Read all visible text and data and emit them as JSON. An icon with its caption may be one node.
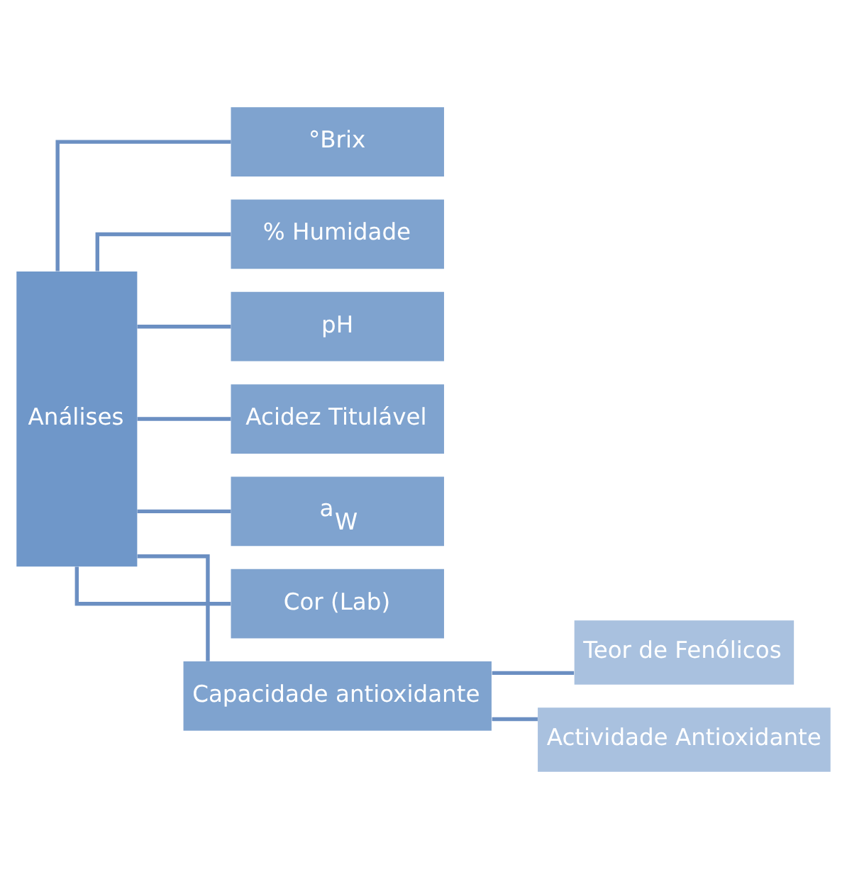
{
  "diagram": {
    "nodes": [
      {
        "text": [
          "Análises"
        ]
      },
      {
        "text": [
          "°Brix"
        ]
      },
      {
        "text": [
          "% Humidade"
        ]
      },
      {
        "text": [
          "pH"
        ]
      },
      {
        "text": [
          "Acidez Titulável"
        ]
      },
      {
        "text": [
          "a$_{W}$"
        ]
      },
      {
        "text": [
          "Cor (Lab)"
        ]
      },
      {
        "text": [
          "Capacidade antioxidante"
        ]
      },
      {
        "text": [
          "Teor de Fenólicos"
        ]
      },
      {
        "text": [
          "Actividade Antioxidante"
        ]
      }
    ],
    "edges": [
      {
        "from": 0,
        "to": 1,
        "arrow": "none"
      },
      {
        "from": 0,
        "to": 2,
        "arrow": "none"
      },
      {
        "from": 0,
        "to": 3,
        "arrow": "none"
      },
      {
        "from": 0,
        "to": 4,
        "arrow": "none"
      },
      {
        "from": 0,
        "to": 5,
        "arrow": "none"
      },
      {
        "from": 0,
        "to": 6,
        "arrow": "none"
      },
      {
        "from": 0,
        "to": 7,
        "arrow": "none"
      },
      {
        "from": 7,
        "to": 8,
        "arrow": "none"
      },
      {
        "from": 7,
        "to": 9,
        "arrow": "none"
      }
    ]
  }
}
